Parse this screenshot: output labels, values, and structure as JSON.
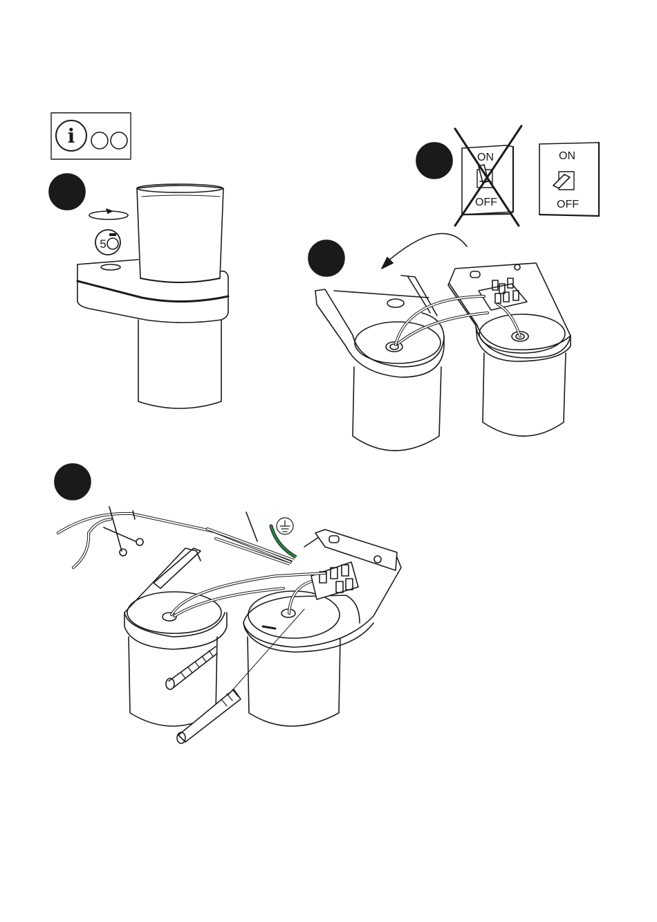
{
  "info_box": {
    "symbol": "i"
  },
  "switch_off": {
    "on_label": "ON",
    "off_label": "OFF"
  },
  "switch_on": {
    "on_label": "ON",
    "off_label": "OFF"
  },
  "coin": {
    "value": "5"
  },
  "colors": {
    "ink": "#1a1a1a",
    "ground_wire": "#1f8a3a",
    "badge": "#1a1a1a"
  },
  "icons": [
    "info-icon",
    "rotate-arrow-icon",
    "coin-icon",
    "light-switch-icon",
    "cross-icon",
    "ground-symbol-icon",
    "scissors-icon",
    "screw-icon",
    "wall-plug-icon"
  ]
}
